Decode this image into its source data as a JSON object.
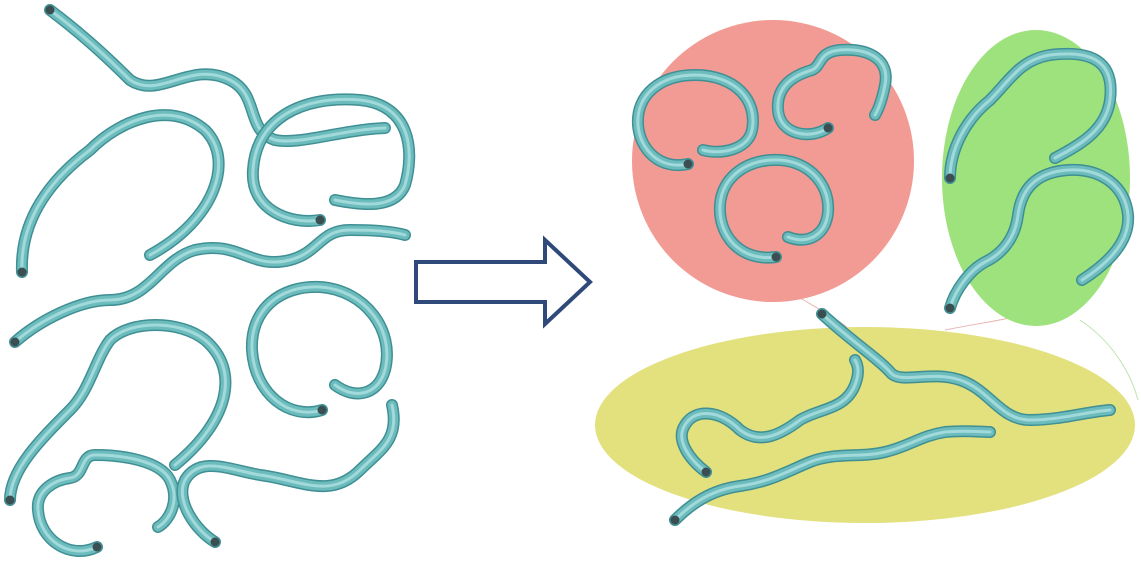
{
  "colors": {
    "background": "#ffffff",
    "chain": "#6cbcbe",
    "chain_edge": "#3f8f93",
    "chain_highlight": "#b9e6e6",
    "chain_end": "#3b4f52",
    "arrow_fill": "#ffffff",
    "arrow_stroke": "#2f4a78",
    "cluster_red": "#f29a94",
    "cluster_green": "#9ee27e",
    "cluster_yellow": "#e3e07e",
    "faint_line": "#e7b3b0"
  },
  "panels": {
    "left": {
      "description_icon": "disordered-chains"
    },
    "arrow": {
      "icon": "right-arrow"
    },
    "right": {
      "clusters": [
        {
          "id": "red",
          "shape": "circle"
        },
        {
          "id": "green",
          "shape": "ellipse"
        },
        {
          "id": "yellow",
          "shape": "ellipse"
        }
      ]
    }
  }
}
